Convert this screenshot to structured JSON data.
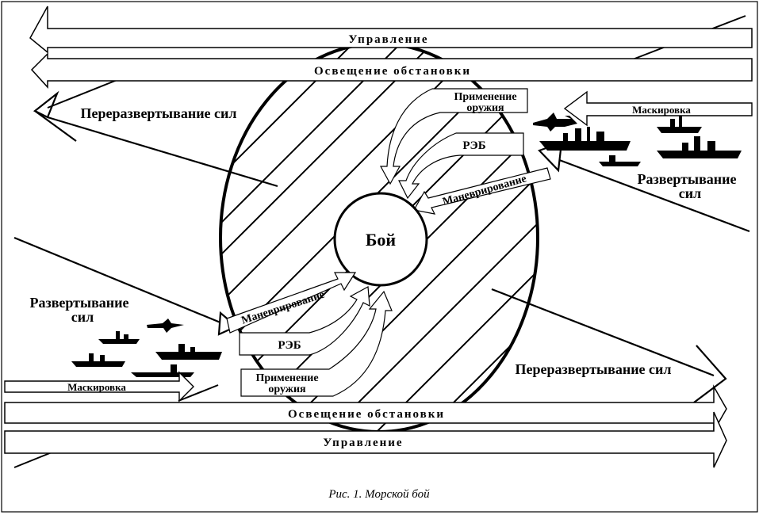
{
  "labels": {
    "control_top": "Управление",
    "situation_top": "Освещение обстановки",
    "redeploy_left": "Переразвертывание сил",
    "weapons_top_l1": "Применение",
    "weapons_top_l2": "оружия",
    "reb_top": "РЭБ",
    "maneuver_top": "Маневрирование",
    "masking_right": "Маскировка",
    "deploy_right_l1": "Развертывание",
    "deploy_right_l2": "сил",
    "battle": "Бой",
    "deploy_left_l1": "Развертывание",
    "deploy_left_l2": "сил",
    "maneuver_bottom": "Маневрирование",
    "reb_bottom": "РЭБ",
    "weapons_bottom_l1": "Применение",
    "weapons_bottom_l2": "оружия",
    "redeploy_right": "Переразвертывание сил",
    "masking_left": "Маскировка",
    "situation_bottom": "Освещение обстановки",
    "control_bottom": "Управление",
    "caption": "Рис. 1. Морской бой"
  },
  "icons": [
    "jet-aircraft-icon",
    "warship-icon",
    "submarine-icon"
  ],
  "colors": {
    "line": "#000000",
    "background": "#ffffff"
  }
}
